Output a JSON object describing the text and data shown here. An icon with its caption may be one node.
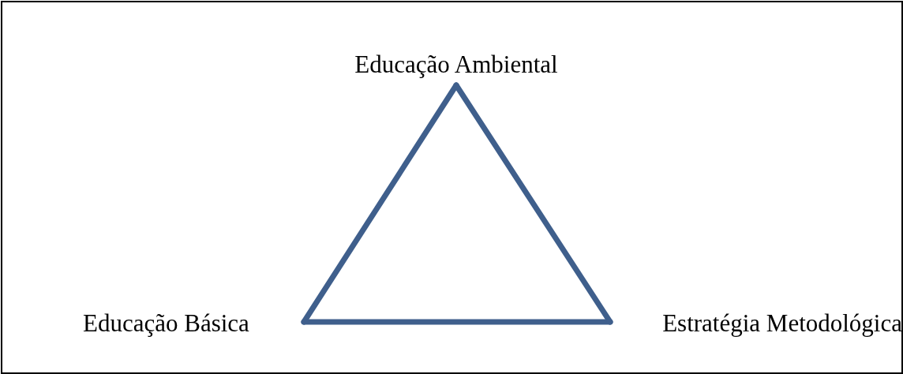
{
  "diagram": {
    "nodes": [
      {
        "text": [
          "Educação Ambiental"
        ]
      },
      {
        "text": [
          "Educação Básica"
        ]
      },
      {
        "text": [
          "Estratégia Metodológica"
        ]
      }
    ],
    "edges": [
      {
        "from": 0,
        "to": 1,
        "arrow": "none"
      },
      {
        "from": 1,
        "to": 2,
        "arrow": "none"
      },
      {
        "from": 2,
        "to": 0,
        "arrow": "none"
      }
    ]
  }
}
